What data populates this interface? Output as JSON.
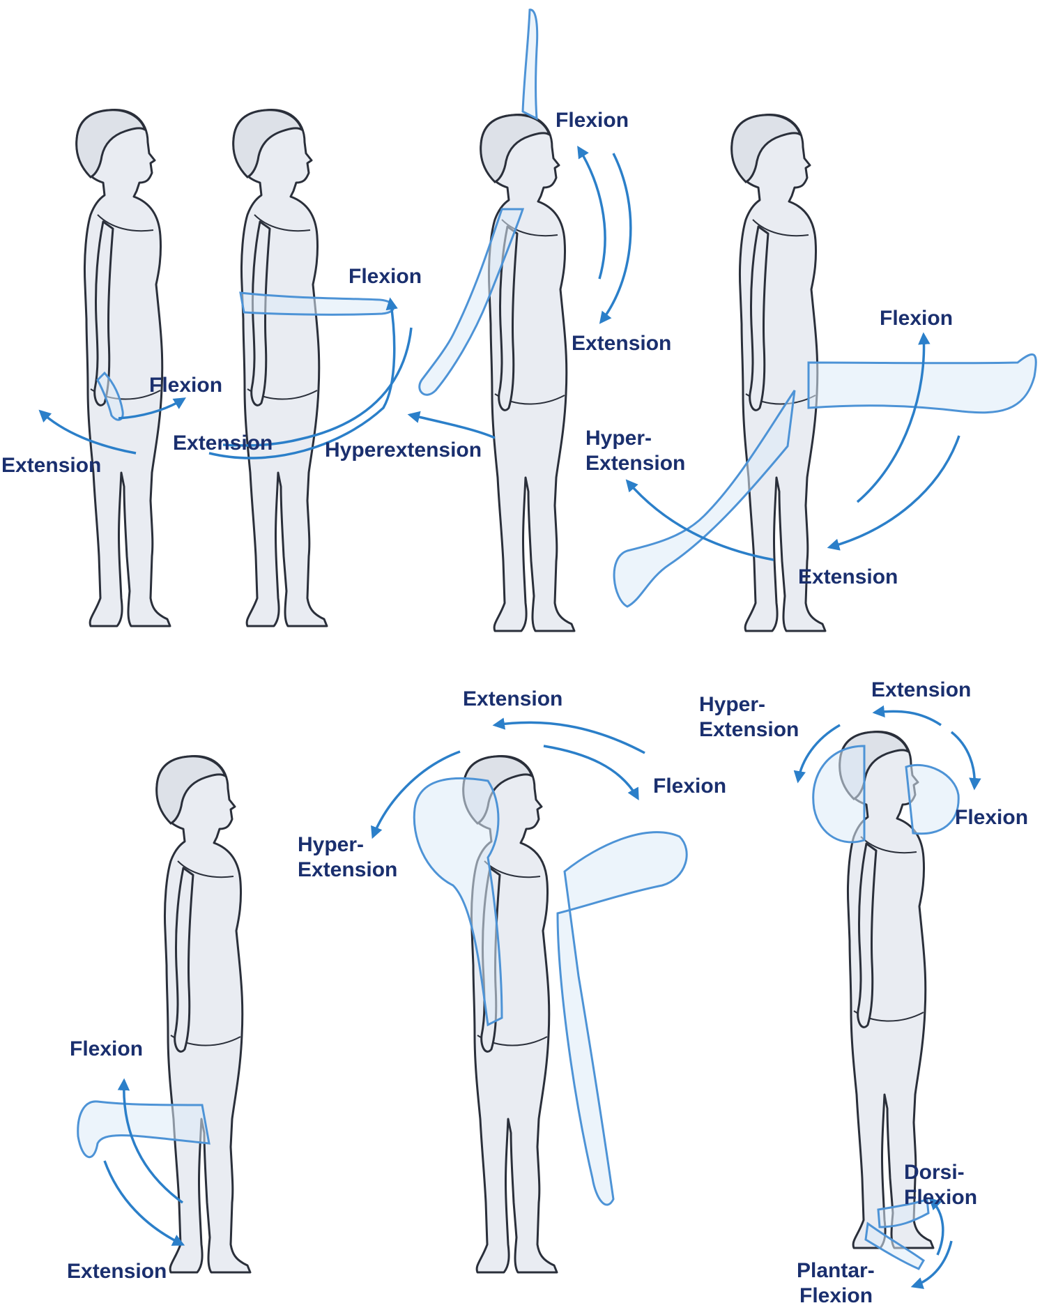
{
  "colors": {
    "label": "#1a2f6e",
    "arrow": "#2b7fc9",
    "ghost_outline": "#4d93d6",
    "figure_fill": "#e9ecf2",
    "figure_outline": "#2a2f3a"
  },
  "panels": {
    "wrist": {
      "flexion": "Flexion",
      "extension": "Extension"
    },
    "elbow": {
      "flexion": "Flexion",
      "extension": "Extension"
    },
    "shoulder": {
      "flexion": "Flexion",
      "extension": "Extension",
      "hyperextension": "Hyperextension"
    },
    "hip": {
      "flexion": "Flexion",
      "hyper": "Hyper-",
      "hyper_extension": "Extension",
      "extension": "Extension"
    },
    "knee": {
      "flexion": "Flexion",
      "extension": "Extension"
    },
    "trunk": {
      "extension": "Extension",
      "flexion": "Flexion",
      "hyper": "Hyper-",
      "hyper_extension": "Extension"
    },
    "neck": {
      "hyper": "Hyper-",
      "hyper_extension": "Extension",
      "extension": "Extension",
      "flexion": "Flexion"
    },
    "ankle": {
      "dorsi": "Dorsi-",
      "dorsi_flexion": "Flexion",
      "plantar": "Plantar-",
      "plantar_flexion": "Flexion"
    }
  }
}
